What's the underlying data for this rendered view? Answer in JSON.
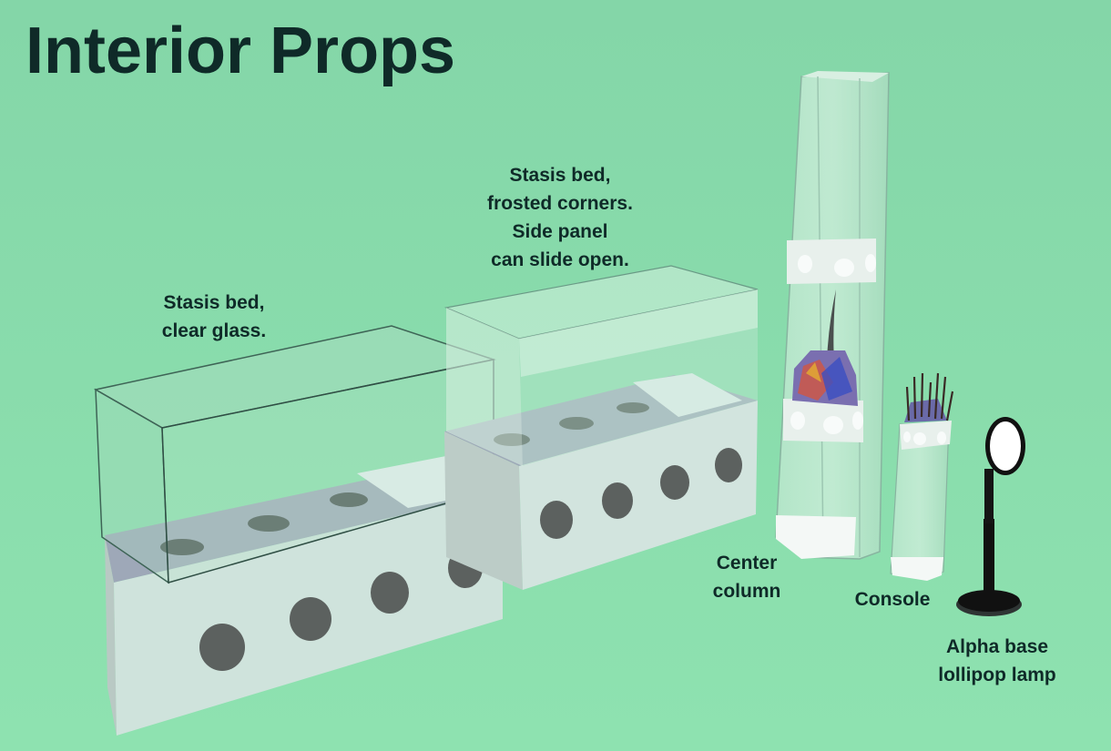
{
  "title": "Interior Props",
  "labels": {
    "stasis_bed_clear": "Stasis bed,\nclear glass.",
    "stasis_bed_frosted": "Stasis bed,\nfrosted corners.\nSide panel\ncan slide open.",
    "center_column": "Center\ncolumn",
    "console": "Console",
    "lollipop_lamp": "Alpha base\nlollipop lamp"
  },
  "colors": {
    "background": "#86d8a9",
    "text": "#0f2a28",
    "base_panel": "#cfe3dc",
    "glass": "#a8dcc0",
    "lamp": "#111111"
  }
}
